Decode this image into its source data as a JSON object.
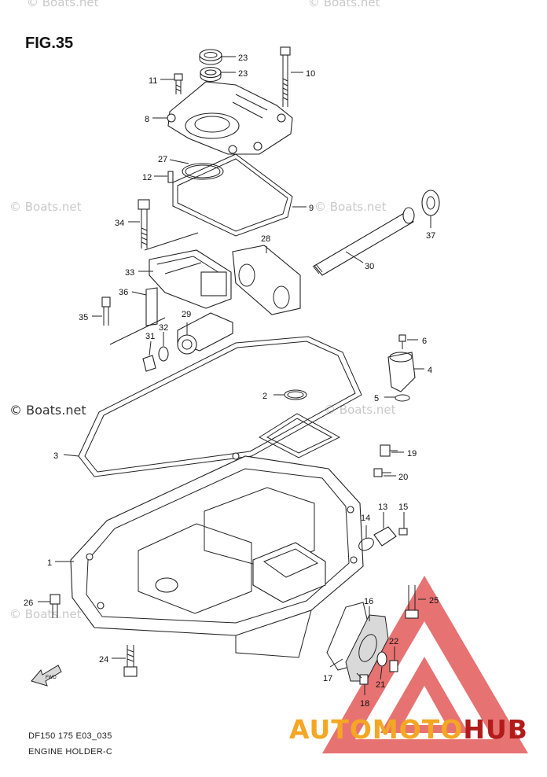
{
  "figure": {
    "title": "FIG.35",
    "footer_line1": "DF150 175 E03_035",
    "footer_line2": "ENGINE HOLDER-C"
  },
  "watermarks": {
    "boats": "© Boats.net",
    "brand_part1": "AUTOMOTO",
    "brand_part2": "HUB"
  },
  "callouts": [
    {
      "id": "c23a",
      "label": "23"
    },
    {
      "id": "c23b",
      "label": "23"
    },
    {
      "id": "c11",
      "label": "11"
    },
    {
      "id": "c10",
      "label": "10"
    },
    {
      "id": "c8",
      "label": "8"
    },
    {
      "id": "c27",
      "label": "27"
    },
    {
      "id": "c12",
      "label": "12"
    },
    {
      "id": "c9",
      "label": "9"
    },
    {
      "id": "c34",
      "label": "34"
    },
    {
      "id": "c37",
      "label": "37"
    },
    {
      "id": "c28",
      "label": "28"
    },
    {
      "id": "c33",
      "label": "33"
    },
    {
      "id": "c30",
      "label": "30"
    },
    {
      "id": "c36",
      "label": "36"
    },
    {
      "id": "c35",
      "label": "35"
    },
    {
      "id": "c32",
      "label": "32"
    },
    {
      "id": "c29",
      "label": "29"
    },
    {
      "id": "c31",
      "label": "31"
    },
    {
      "id": "c6",
      "label": "6"
    },
    {
      "id": "c4",
      "label": "4"
    },
    {
      "id": "c2",
      "label": "2"
    },
    {
      "id": "c5",
      "label": "5"
    },
    {
      "id": "c3",
      "label": "3"
    },
    {
      "id": "c19",
      "label": "19"
    },
    {
      "id": "c20",
      "label": "20"
    },
    {
      "id": "c13",
      "label": "13"
    },
    {
      "id": "c15",
      "label": "15"
    },
    {
      "id": "c14",
      "label": "14"
    },
    {
      "id": "c1",
      "label": "1"
    },
    {
      "id": "c26",
      "label": "26"
    },
    {
      "id": "c16",
      "label": "16"
    },
    {
      "id": "c25",
      "label": "25"
    },
    {
      "id": "c22",
      "label": "22"
    },
    {
      "id": "c24",
      "label": "24"
    },
    {
      "id": "c17",
      "label": "17"
    },
    {
      "id": "c21",
      "label": "21"
    },
    {
      "id": "c18",
      "label": "18"
    }
  ],
  "icons": {
    "fwd_arrow": "fwd-arrow-icon",
    "brand_logo": "automotohub-triangle-logo"
  },
  "colors": {
    "brand_orange": "#f5a623",
    "brand_red": "#b31b1b",
    "logo_red": "#e35a5a"
  }
}
